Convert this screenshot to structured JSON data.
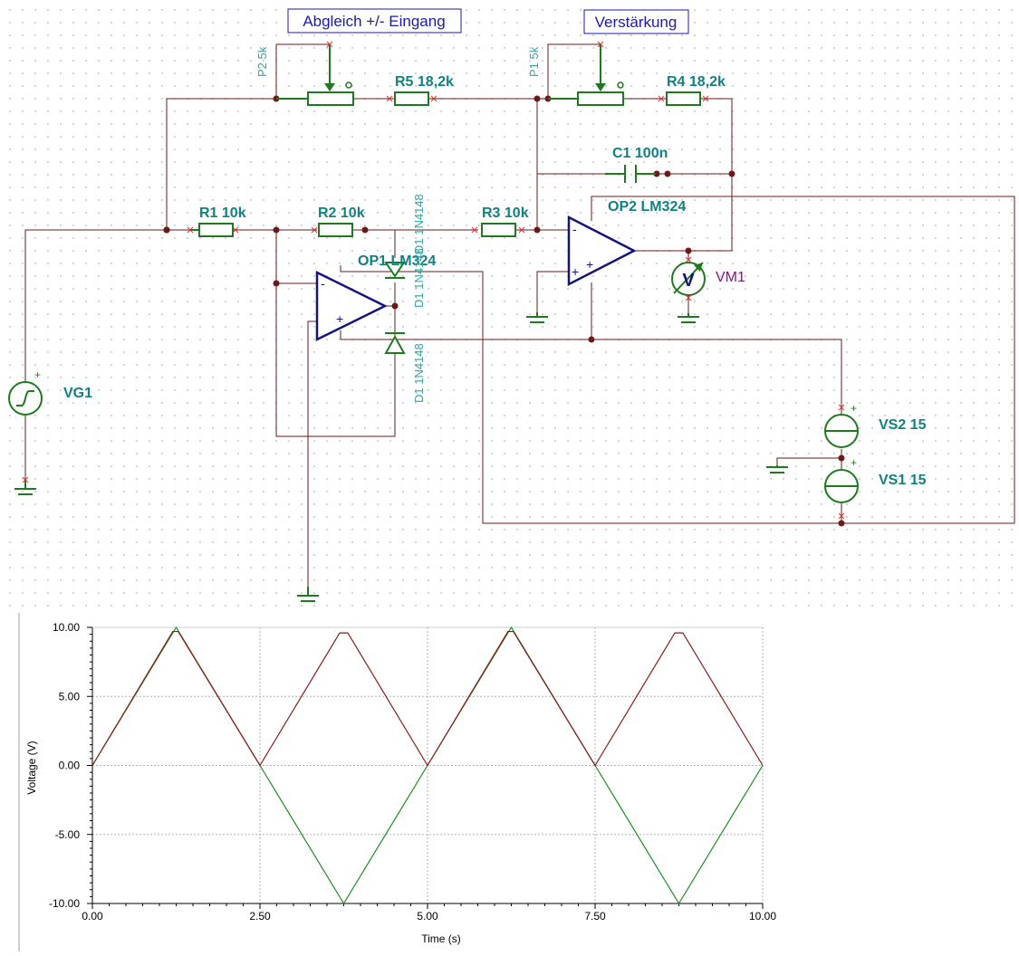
{
  "schematic": {
    "titles": {
      "offset_adjust": "Abgleich +/- Eingang",
      "gain": "Verstärkung"
    },
    "components": {
      "P2": "P2 5k",
      "R5": "R5 18,2k",
      "P1": "P1 5k",
      "R4": "R4 18,2k",
      "C1": "C1 100n",
      "R1": "R1 10k",
      "R2": "R2 10k",
      "R3": "R3 10k",
      "OP1": "OP1 LM324",
      "OP2": "OP2 LM324",
      "D1a": "D1 1N4148",
      "D1b": "D1 1N4148",
      "D1c": "D1 1N4148",
      "VM1": "VM1",
      "VG1": "VG1",
      "VS2": "VS2 15",
      "VS1": "VS1 15"
    },
    "symbols": {
      "voltmeter": "V",
      "pot_wiper": "o",
      "minus": "-",
      "plus": "+"
    }
  },
  "chart_data": {
    "type": "line",
    "xlabel": "Time (s)",
    "ylabel": "Voltage (V)",
    "xlim": [
      0,
      10
    ],
    "ylim": [
      -10,
      10
    ],
    "x_ticks": [
      "0.00",
      "2.50",
      "5.00",
      "7.50",
      "10.00"
    ],
    "y_ticks": [
      "10.00",
      "5.00",
      "0.00",
      "-5.00",
      "-10.00"
    ],
    "grid": true,
    "series": [
      {
        "color": "#1e8c1e",
        "x": [
          0,
          1.25,
          2.5,
          3.75,
          5,
          6.25,
          7.5,
          8.75,
          10
        ],
        "y": [
          0,
          10,
          0,
          -10,
          0,
          10,
          0,
          -10,
          0
        ]
      },
      {
        "color": "#8b1a1a",
        "x": [
          0,
          1.2,
          1.28,
          2.5,
          3.69,
          3.81,
          5,
          6.2,
          6.28,
          7.5,
          8.69,
          8.81,
          10
        ],
        "y": [
          0,
          9.7,
          9.7,
          0,
          9.6,
          9.6,
          0,
          9.7,
          9.7,
          0,
          9.6,
          9.6,
          0
        ]
      }
    ]
  }
}
